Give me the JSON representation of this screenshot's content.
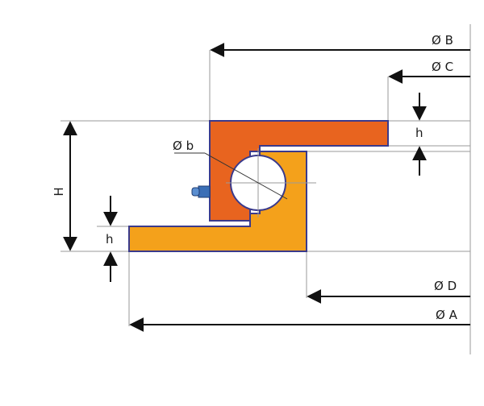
{
  "labels": {
    "dia_B": "Ø B",
    "dia_C": "Ø C",
    "dia_D": "Ø D",
    "dia_A": "Ø A",
    "dia_b": "Ø b",
    "height_H": "H",
    "h_top": "h",
    "h_bottom": "h"
  },
  "colors": {
    "outer_ring": "#E8641F",
    "inner_ring": "#F4A11B",
    "outline": "#3A3A8C",
    "ball_fill": "#FFFFFF",
    "fitting": "#3B6FB6"
  }
}
